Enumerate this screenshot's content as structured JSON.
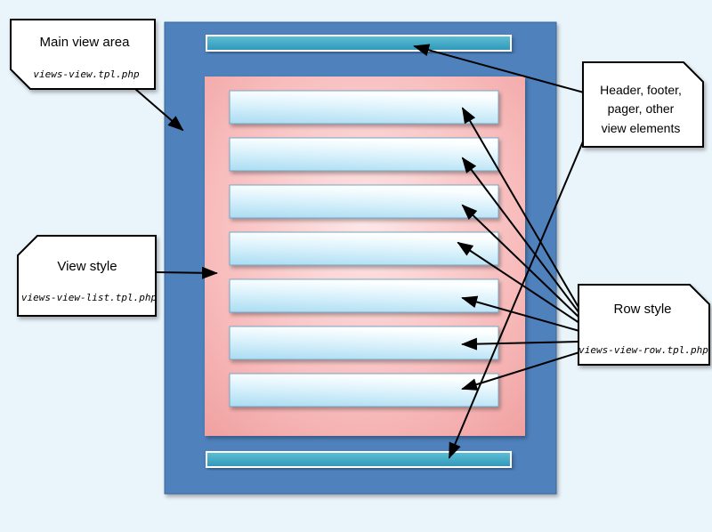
{
  "callouts": {
    "main_view": {
      "title": "Main view area",
      "file": "views-view.tpl.php"
    },
    "view_style": {
      "title": "View style",
      "file": "views-view-list.tpl.php"
    },
    "header_elements": {
      "lines": [
        "Header, footer,",
        "pager, other",
        "view elements"
      ]
    },
    "row_style": {
      "title": "Row style",
      "file": "views-view-row.tpl.php"
    }
  },
  "colors": {
    "page_bg": "#e9f4fb",
    "main_area_blue": "#4f81bd",
    "main_area_border": "#38669b",
    "bar_teal_light": "#5fc0d6",
    "bar_teal_dark": "#2e96b8",
    "style_pink_center": "#fee7e7",
    "style_pink_edge": "#ef9d9d",
    "row_top": "#fdffff",
    "row_bottom": "#aadcf2",
    "row_border": "#74a8c8",
    "arrow": "#000000",
    "callout_bg": "#ffffff",
    "callout_border": "#000000"
  }
}
